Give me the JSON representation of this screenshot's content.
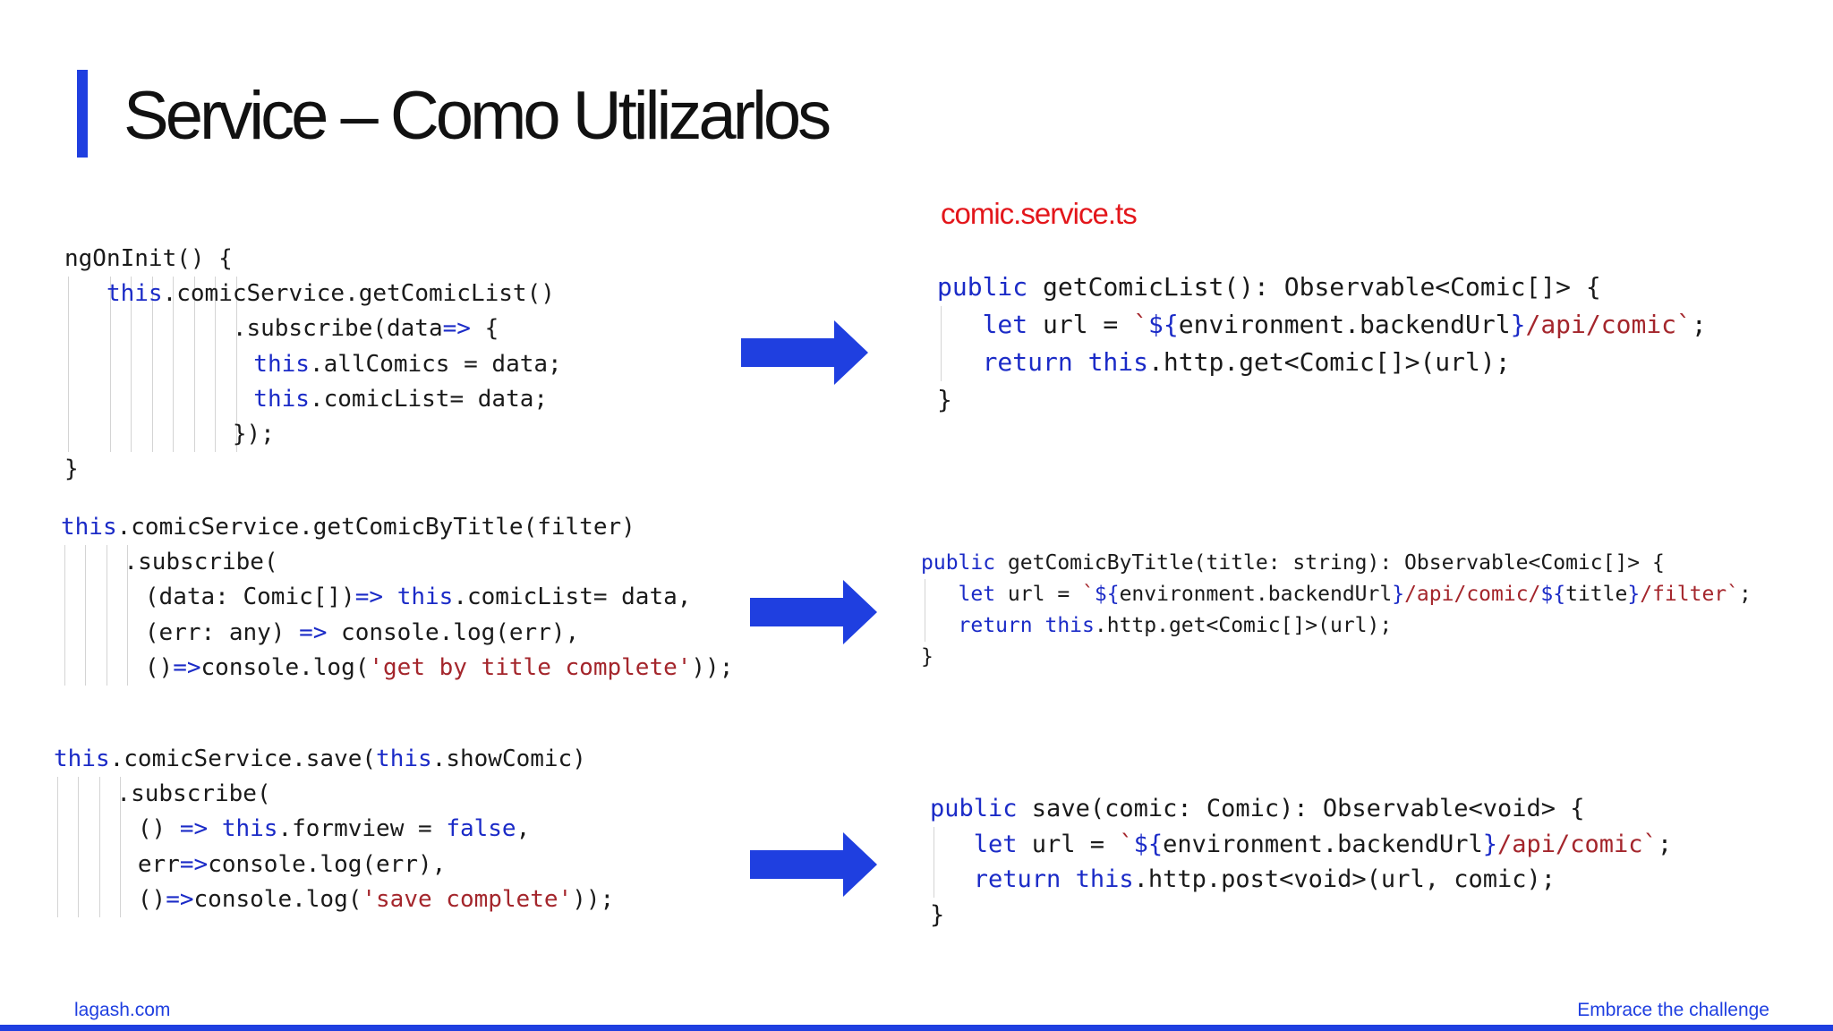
{
  "slide": {
    "title": "Service – Como Utilizarlos",
    "file_label": "comic.service.ts",
    "footer_left": "lagash.com",
    "footer_right": "Embrace the challenge"
  },
  "colors": {
    "accent": "#1f3fe0",
    "keyword": "#1b2bc7",
    "string": "#a4262c",
    "file_label": "#e3161b"
  },
  "icons": [
    "arrow-right-icon"
  ],
  "code_left_1": [
    {
      "indent": 0,
      "parts": [
        {
          "t": "ngOnInit() {"
        }
      ]
    },
    {
      "indent": 2,
      "parts": [
        {
          "t": "this",
          "k": "kw"
        },
        {
          "t": ".comicService.getComicList()"
        }
      ]
    },
    {
      "indent": 8,
      "parts": [
        {
          "t": ".subscribe(data"
        },
        {
          "t": "=>",
          "k": "kw"
        },
        {
          "t": " {"
        }
      ]
    },
    {
      "indent": 9,
      "parts": [
        {
          "t": "this",
          "k": "kw"
        },
        {
          "t": ".allComics = data;"
        }
      ]
    },
    {
      "indent": 9,
      "parts": [
        {
          "t": "this",
          "k": "kw"
        },
        {
          "t": ".comicList= data;"
        }
      ]
    },
    {
      "indent": 8,
      "parts": [
        {
          "t": "});"
        }
      ]
    },
    {
      "indent": 0,
      "parts": [
        {
          "t": "}"
        }
      ]
    }
  ],
  "code_left_2": [
    {
      "indent": 0,
      "parts": [
        {
          "t": "this",
          "k": "kw"
        },
        {
          "t": ".comicService.getComicByTitle(filter)"
        }
      ]
    },
    {
      "indent": 3,
      "parts": [
        {
          "t": ".subscribe("
        }
      ]
    },
    {
      "indent": 4,
      "parts": [
        {
          "t": "(data: Comic[])"
        },
        {
          "t": "=>",
          "k": "kw"
        },
        {
          "t": " "
        },
        {
          "t": "this",
          "k": "kw"
        },
        {
          "t": ".comicList= data,"
        }
      ]
    },
    {
      "indent": 4,
      "parts": [
        {
          "t": "(err: any) "
        },
        {
          "t": "=>",
          "k": "kw"
        },
        {
          "t": " console.log(err),"
        }
      ]
    },
    {
      "indent": 4,
      "parts": [
        {
          "t": "()"
        },
        {
          "t": "=>",
          "k": "kw"
        },
        {
          "t": "console.log("
        },
        {
          "t": "'get by title complete'",
          "k": "str"
        },
        {
          "t": "));"
        }
      ]
    }
  ],
  "code_left_3": [
    {
      "indent": 0,
      "parts": [
        {
          "t": "this",
          "k": "kw"
        },
        {
          "t": ".comicService.save("
        },
        {
          "t": "this",
          "k": "kw"
        },
        {
          "t": ".showComic)"
        }
      ]
    },
    {
      "indent": 3,
      "parts": [
        {
          "t": ".subscribe("
        }
      ]
    },
    {
      "indent": 4,
      "parts": [
        {
          "t": "() "
        },
        {
          "t": "=>",
          "k": "kw"
        },
        {
          "t": " "
        },
        {
          "t": "this",
          "k": "kw"
        },
        {
          "t": ".formview = "
        },
        {
          "t": "false",
          "k": "kw"
        },
        {
          "t": ","
        }
      ]
    },
    {
      "indent": 4,
      "parts": [
        {
          "t": "err"
        },
        {
          "t": "=>",
          "k": "kw"
        },
        {
          "t": "console.log(err),"
        }
      ]
    },
    {
      "indent": 4,
      "parts": [
        {
          "t": "()"
        },
        {
          "t": "=>",
          "k": "kw"
        },
        {
          "t": "console.log("
        },
        {
          "t": "'save complete'",
          "k": "str"
        },
        {
          "t": "));"
        }
      ]
    }
  ],
  "code_right_1": [
    {
      "indent": 0,
      "parts": [
        {
          "t": "public",
          "k": "kw"
        },
        {
          "t": " getComicList(): Observable<Comic[]> {"
        }
      ]
    },
    {
      "indent": 2,
      "parts": [
        {
          "t": "let",
          "k": "kw"
        },
        {
          "t": " url = "
        },
        {
          "t": "`",
          "k": "str"
        },
        {
          "t": "${",
          "k": "kw"
        },
        {
          "t": "environment.backendUrl"
        },
        {
          "t": "}",
          "k": "kw"
        },
        {
          "t": "/api/comic`",
          "k": "str"
        },
        {
          "t": ";"
        }
      ]
    },
    {
      "indent": 2,
      "parts": [
        {
          "t": "return",
          "k": "kw"
        },
        {
          "t": " "
        },
        {
          "t": "this",
          "k": "kw"
        },
        {
          "t": ".http.get<Comic[]>(url);"
        }
      ]
    },
    {
      "indent": 0,
      "parts": [
        {
          "t": "}"
        }
      ]
    }
  ],
  "code_right_2": [
    {
      "indent": 0,
      "parts": [
        {
          "t": "public",
          "k": "kw"
        },
        {
          "t": " getComicByTitle(title: string): Observable<Comic[]> {"
        }
      ]
    },
    {
      "indent": 2,
      "parts": [
        {
          "t": "let",
          "k": "kw"
        },
        {
          "t": " url = "
        },
        {
          "t": "`",
          "k": "str"
        },
        {
          "t": "${",
          "k": "kw"
        },
        {
          "t": "environment.backendUrl"
        },
        {
          "t": "}",
          "k": "kw"
        },
        {
          "t": "/api/comic/",
          "k": "str"
        },
        {
          "t": "${",
          "k": "kw"
        },
        {
          "t": "title"
        },
        {
          "t": "}",
          "k": "kw"
        },
        {
          "t": "/filter`",
          "k": "str"
        },
        {
          "t": ";"
        }
      ]
    },
    {
      "indent": 2,
      "parts": [
        {
          "t": "return",
          "k": "kw"
        },
        {
          "t": " "
        },
        {
          "t": "this",
          "k": "kw"
        },
        {
          "t": ".http.get<Comic[]>(url);"
        }
      ]
    },
    {
      "indent": 0,
      "parts": [
        {
          "t": "}"
        }
      ]
    }
  ],
  "code_right_3": [
    {
      "indent": 0,
      "parts": [
        {
          "t": "public",
          "k": "kw"
        },
        {
          "t": " save(comic: Comic): Observable<void> {"
        }
      ]
    },
    {
      "indent": 2,
      "parts": [
        {
          "t": "let",
          "k": "kw"
        },
        {
          "t": " url = "
        },
        {
          "t": "`",
          "k": "str"
        },
        {
          "t": "${",
          "k": "kw"
        },
        {
          "t": "environment.backendUrl"
        },
        {
          "t": "}",
          "k": "kw"
        },
        {
          "t": "/api/comic`",
          "k": "str"
        },
        {
          "t": ";"
        }
      ]
    },
    {
      "indent": 2,
      "parts": [
        {
          "t": "return",
          "k": "kw"
        },
        {
          "t": " "
        },
        {
          "t": "this",
          "k": "kw"
        },
        {
          "t": ".http.post<void>(url, comic);"
        }
      ]
    },
    {
      "indent": 0,
      "parts": [
        {
          "t": "}"
        }
      ]
    }
  ]
}
